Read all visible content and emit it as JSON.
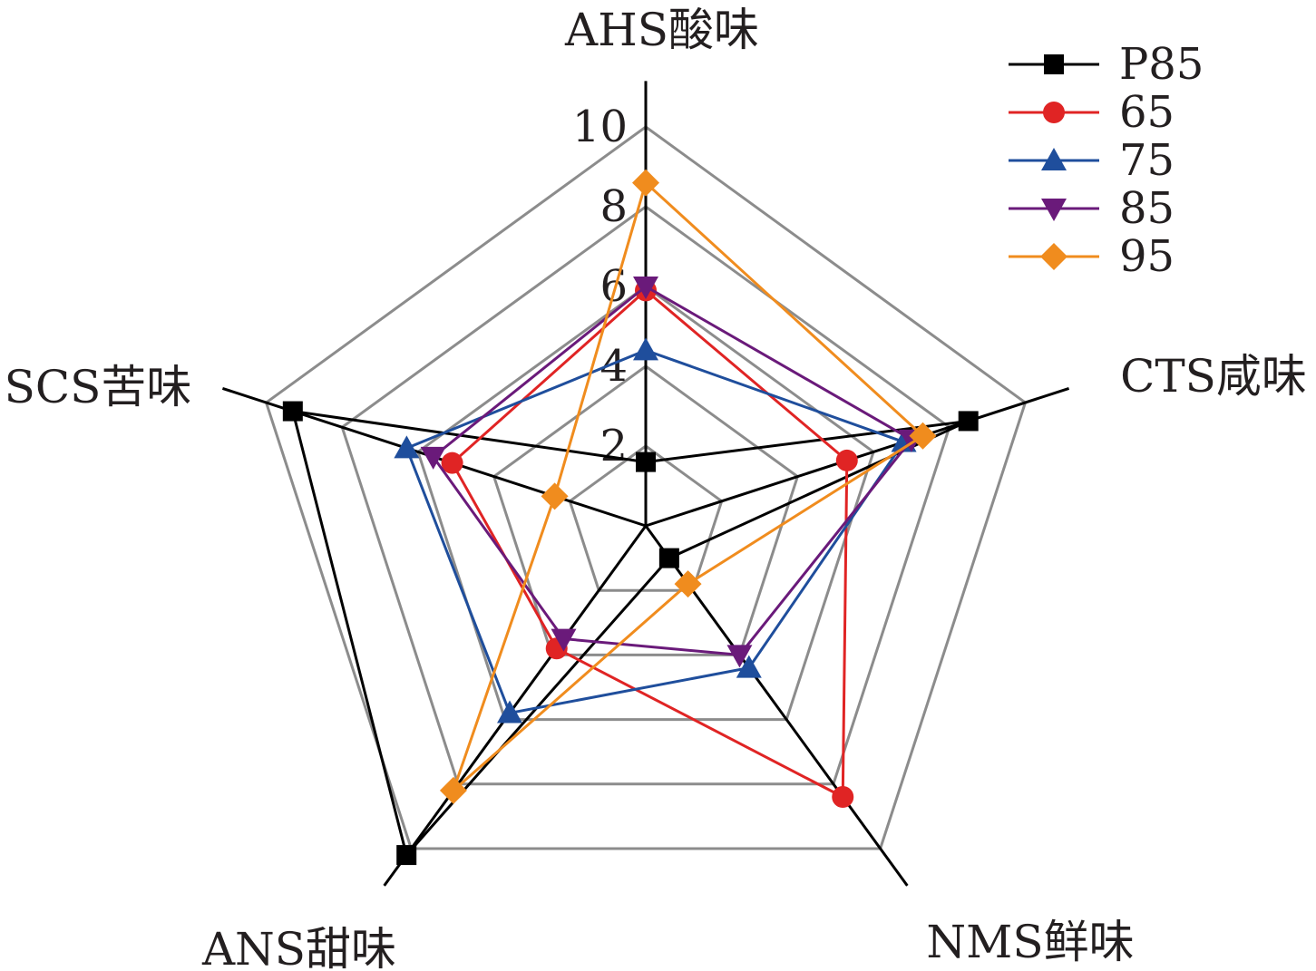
{
  "chart_data": {
    "type": "radar",
    "axes": [
      "AHS酸味",
      "CTS咸味",
      "NMS鲜味",
      "ANS甜味",
      "SCS苦味"
    ],
    "ticks": [
      "2",
      "4",
      "6",
      "8",
      "10"
    ],
    "range": [
      0,
      10
    ],
    "grid": true,
    "legend_position": "top-right",
    "series": [
      {
        "name": "P85",
        "color": "#000000",
        "marker": "square",
        "values": [
          1.6,
          8.5,
          1.0,
          10.2,
          9.3
        ]
      },
      {
        "name": "65",
        "color": "#e02424",
        "marker": "circle",
        "values": [
          5.9,
          5.3,
          8.4,
          3.8,
          5.1
        ]
      },
      {
        "name": "75",
        "color": "#1f4e9c",
        "marker": "triangle-up",
        "values": [
          4.4,
          6.8,
          4.4,
          5.8,
          6.3
        ]
      },
      {
        "name": "85",
        "color": "#6a1a7a",
        "marker": "triangle-down",
        "values": [
          6.0,
          7.0,
          4.0,
          3.5,
          5.6
        ]
      },
      {
        "name": "95",
        "color": "#f08c1e",
        "marker": "diamond",
        "values": [
          8.6,
          7.3,
          1.8,
          8.2,
          2.4
        ]
      }
    ]
  }
}
